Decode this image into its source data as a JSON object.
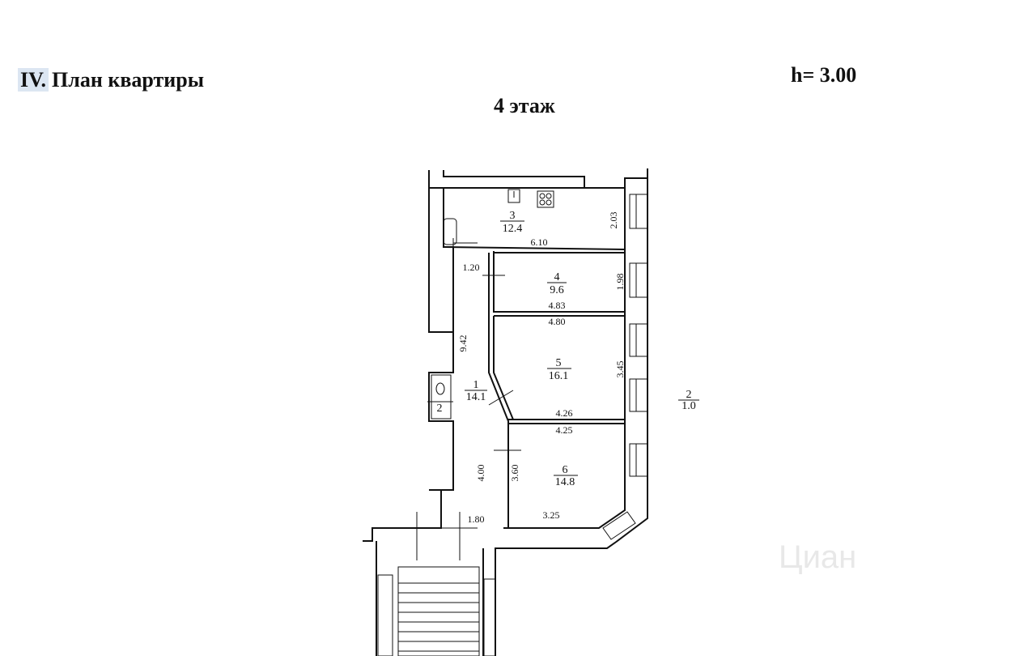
{
  "header": {
    "section_roman": "IV.",
    "section_title": "План квартиры",
    "ceiling_height": "h= 3.00",
    "floor": "4 этаж"
  },
  "rooms": [
    {
      "id": "room-1",
      "number": "1",
      "area": "14.1"
    },
    {
      "id": "room-2-wc",
      "number": "2",
      "area": ""
    },
    {
      "id": "room-3",
      "number": "3",
      "area": "12.4"
    },
    {
      "id": "room-4",
      "number": "4",
      "area": "9.6"
    },
    {
      "id": "room-5",
      "number": "5",
      "area": "16.1"
    },
    {
      "id": "room-6",
      "number": "6",
      "area": "14.8"
    },
    {
      "id": "balcony-2",
      "number": "2",
      "area": "1.0"
    }
  ],
  "dimensions": {
    "room3_length": "6.10",
    "room3_width": "2.03",
    "corridor_width": "1.20",
    "room4_width": "1.98",
    "room4_length": "4.83",
    "room5_top": "4.80",
    "corridor_length": "9.42",
    "room5_width": "3.45",
    "room5_bottom": "4.26",
    "room6_top": "4.25",
    "corridor_lower": "4.00",
    "room6_height": "3.60",
    "entrance_width": "1.80",
    "room6_bottom": "3.25"
  },
  "watermark_text": "Циан"
}
